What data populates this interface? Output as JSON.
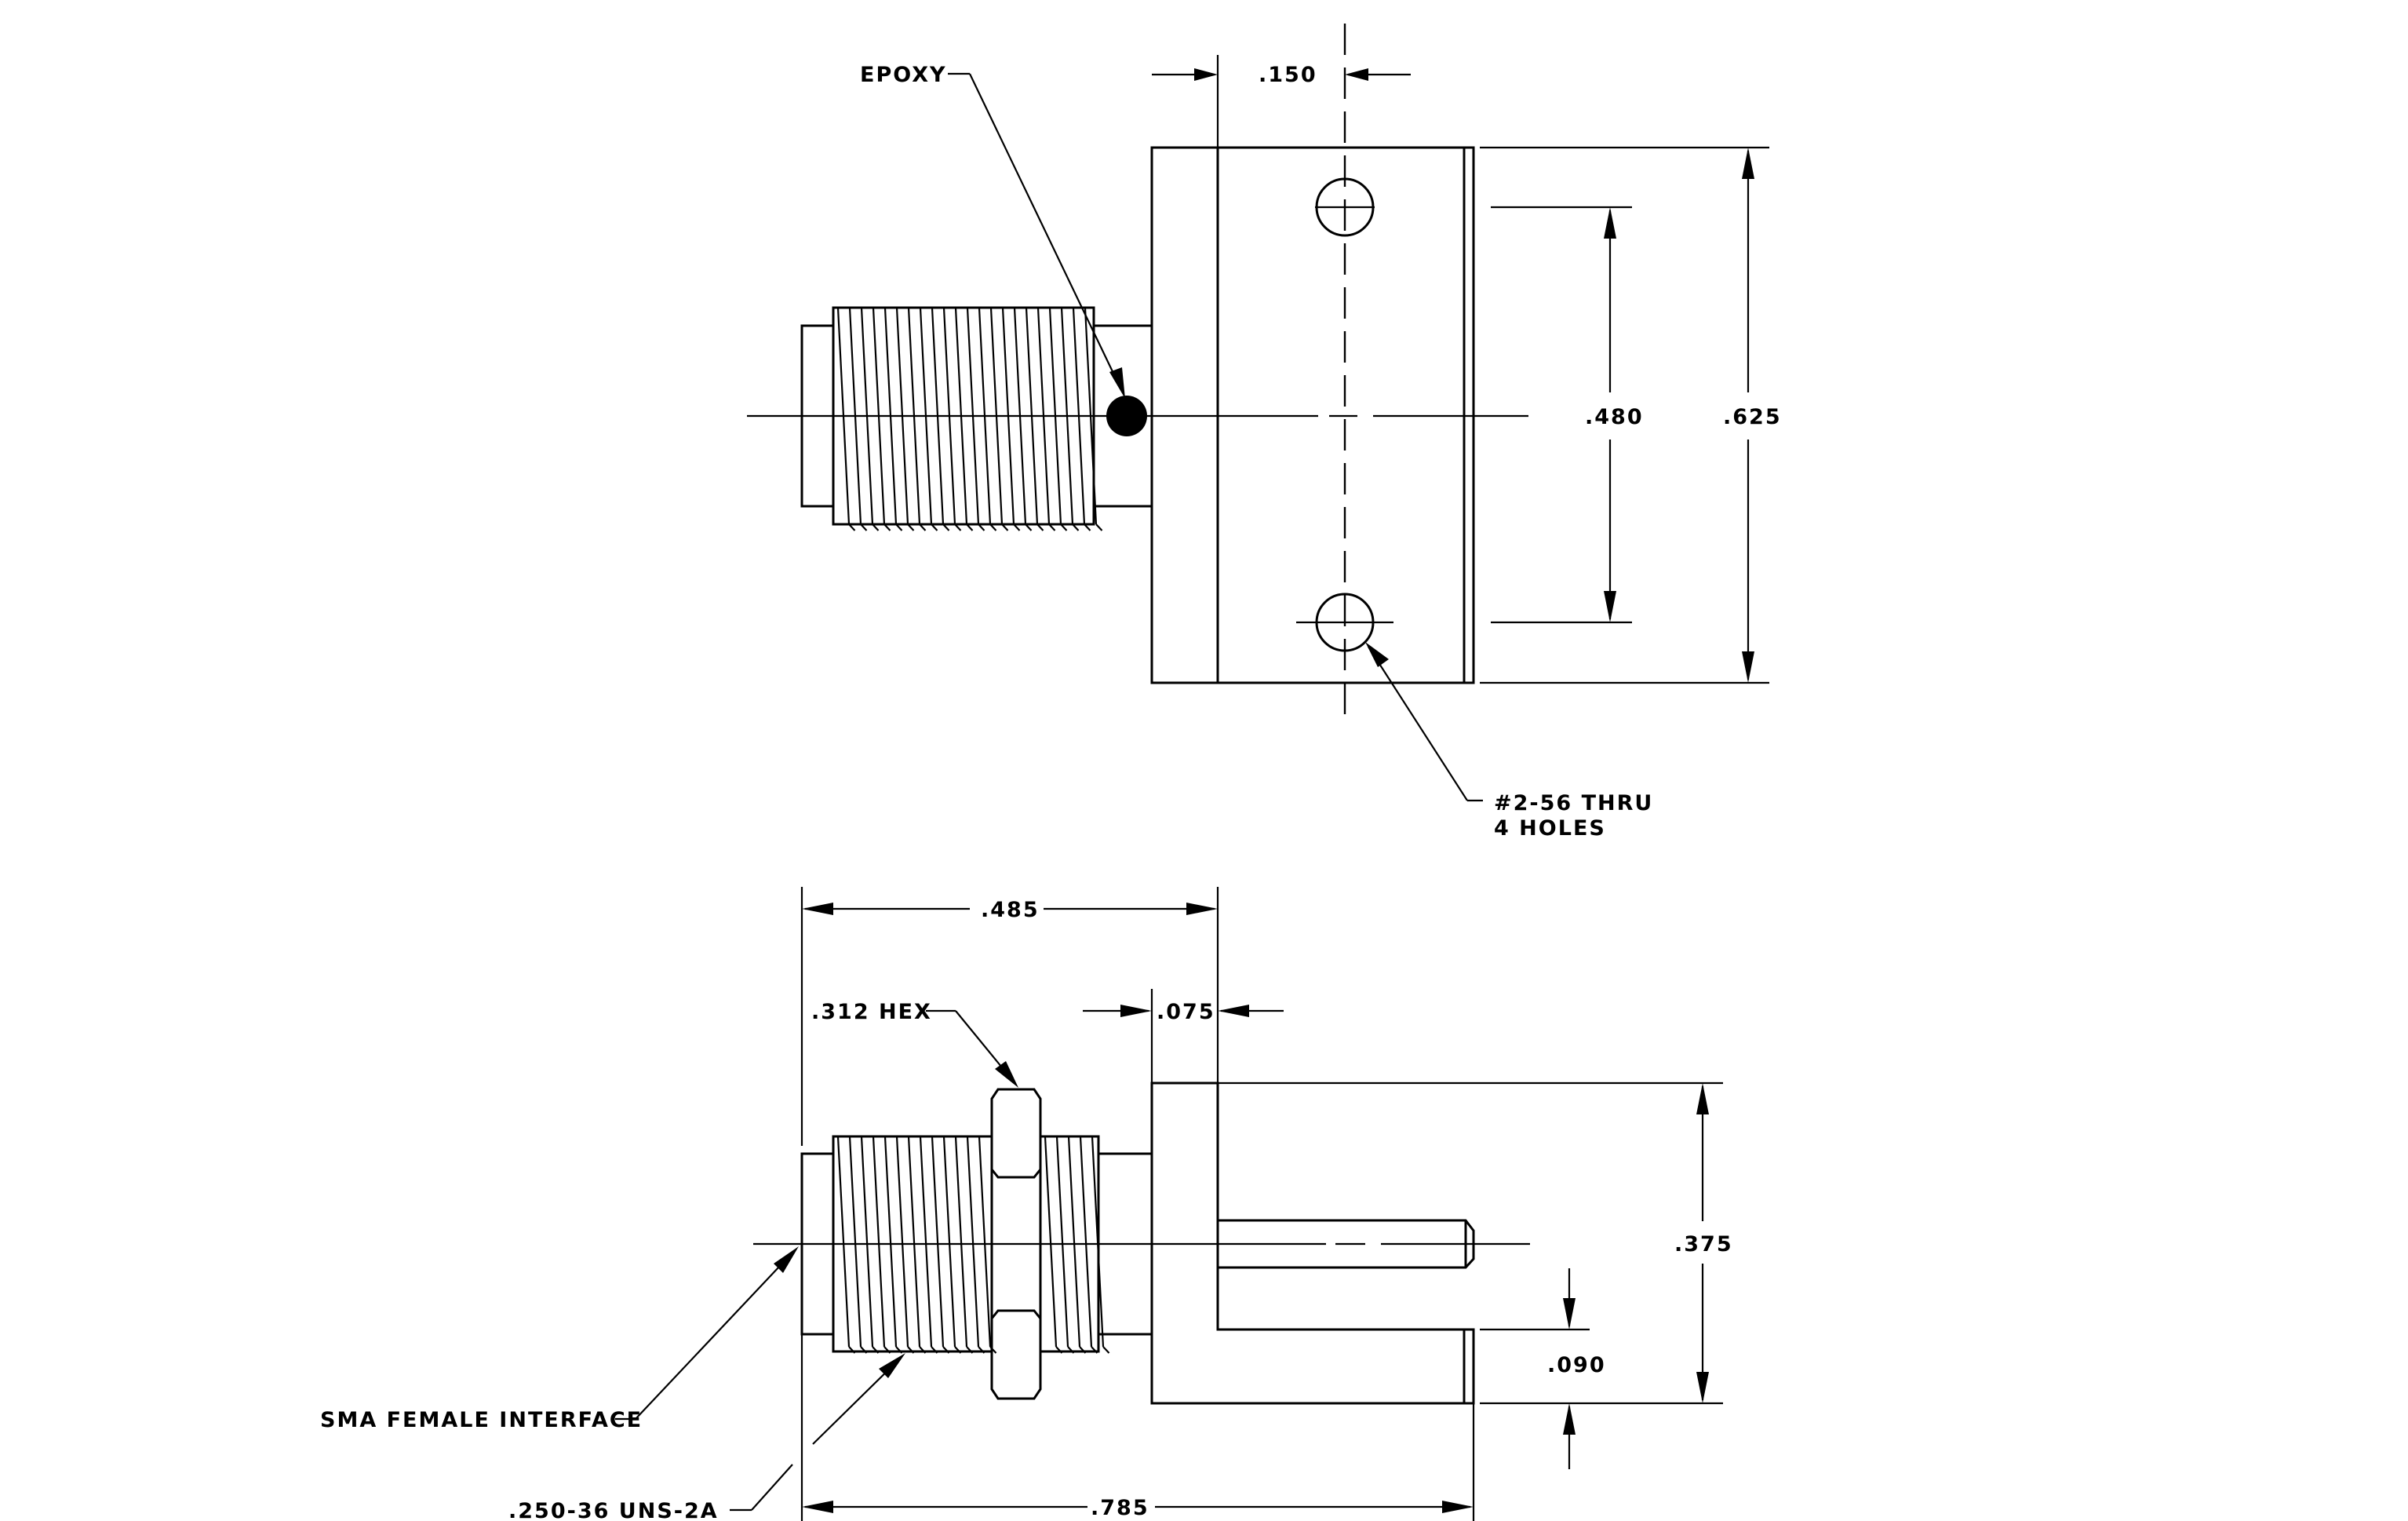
{
  "labels": {
    "epoxy": "EPOXY",
    "dim_150": ".150",
    "dim_480": ".480",
    "dim_625": ".625",
    "holes_line1": "#2-56 THRU",
    "holes_line2": "4 HOLES",
    "dim_485": ".485",
    "hex": ".312 HEX",
    "dim_075": ".075",
    "dim_375": ".375",
    "dim_090": ".090",
    "sma": "SMA FEMALE INTERFACE",
    "thread": ".250-36 UNS-2A",
    "dim_785": ".785"
  },
  "colors": {
    "line": "#000000",
    "background": "#ffffff"
  }
}
